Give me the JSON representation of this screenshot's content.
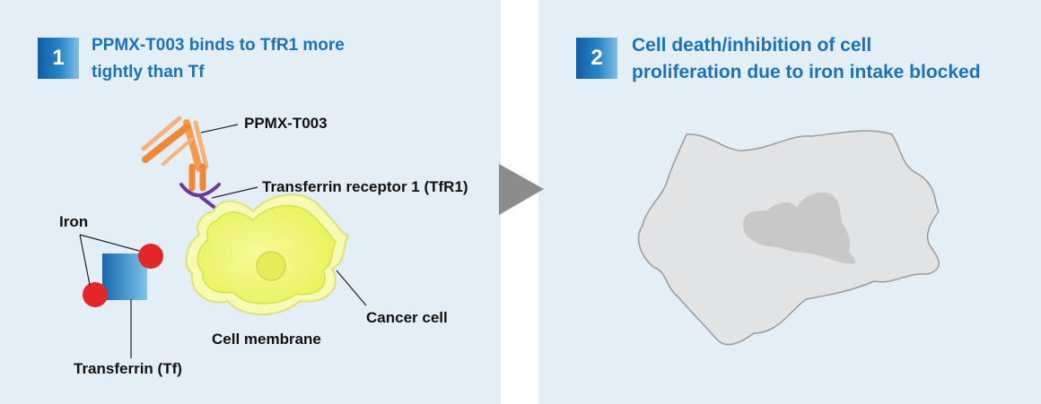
{
  "step1": {
    "number": "1",
    "title_line1": "PPMX-T003 binds to TfR1 more",
    "title_line2": "tightly than Tf"
  },
  "step2": {
    "number": "2",
    "title_line1": "Cell death/inhibition of cell",
    "title_line2": "proliferation due to iron intake blocked"
  },
  "labels": {
    "antibody": "PPMX-T003",
    "receptor": "Transferrin receptor 1 (TfR1)",
    "iron": "Iron",
    "transferrin": "Transferrin (Tf)",
    "cancer_cell": "Cancer cell",
    "cell_membrane": "Cell membrane"
  },
  "colors": {
    "panel_bg": "#e4eef7",
    "title_blue": "#1a73b8",
    "iron_red": "#e32626",
    "antibody_orange": "#f0883c",
    "receptor_purple": "#6a3a9c",
    "cell_yellow": "#eef56a",
    "arrow_gray": "#8c8c8c"
  }
}
